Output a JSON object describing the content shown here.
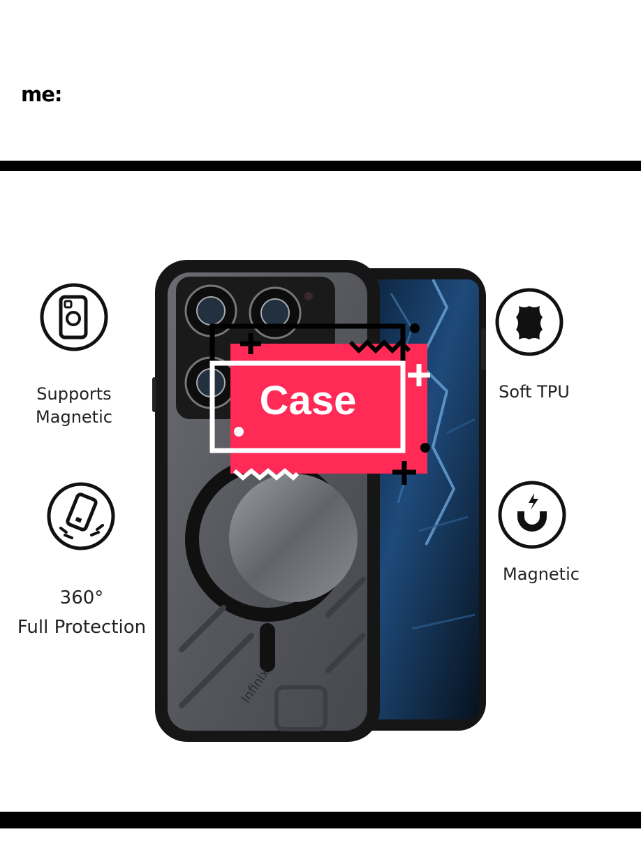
{
  "caption": "me:",
  "features": {
    "supports_magnetic": {
      "line1": "Supports",
      "line2": "Magnetic",
      "icon": "phone-magnet-icon"
    },
    "soft_tpu": {
      "label": "Soft TPU",
      "icon": "leather-hide-icon"
    },
    "protection": {
      "line1": "360°",
      "line2": "Full Protection",
      "icon": "drop-protection-icon"
    },
    "magnetic": {
      "label": "Magnetic",
      "icon": "horseshoe-magnet-icon"
    }
  },
  "phone": {
    "brand_text": "Infinix"
  },
  "sticker": {
    "label": "Case",
    "color": "#ff2a56"
  },
  "colors": {
    "bar": "#000000",
    "background": "#ffffff",
    "case": "#1b1b1b",
    "screen": "#0f2a4a"
  }
}
